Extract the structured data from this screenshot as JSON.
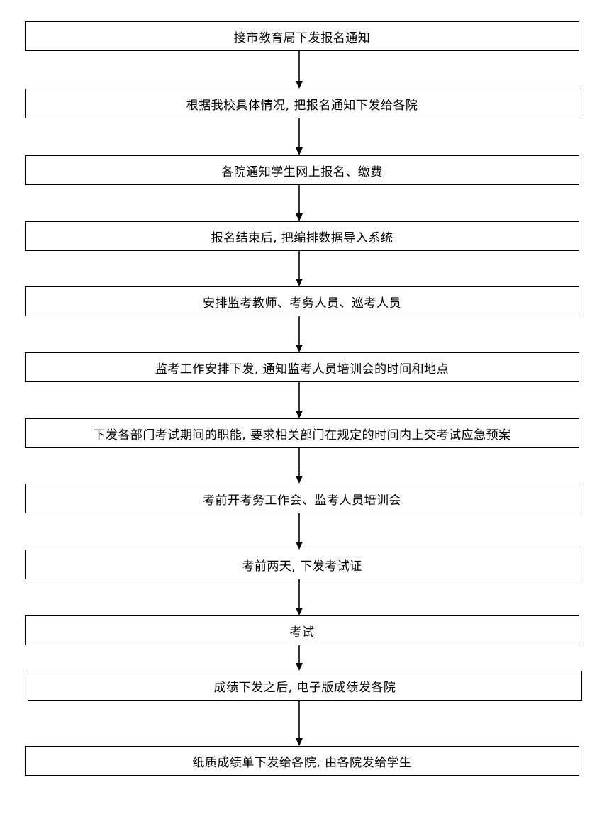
{
  "flowchart": {
    "steps": [
      "接市教育局下发报名通知",
      "根据我校具体情况, 把报名通知下发给各院",
      "各院通知学生网上报名、缴费",
      "报名结束后, 把编排数据导入系统",
      "安排监考教师、考务人员、巡考人员",
      "监考工作安排下发, 通知监考人员培训会的时间和地点",
      "下发各部门考试期间的职能, 要求相关部门在规定的时间内上交考试应急预案",
      "考前开考务工作会、监考人员培训会",
      "考前两天, 下发考试证",
      "考试",
      "成绩下发之后, 电子版成绩发各院",
      "纸质成绩单下发给各院, 由各院发给学生"
    ]
  }
}
